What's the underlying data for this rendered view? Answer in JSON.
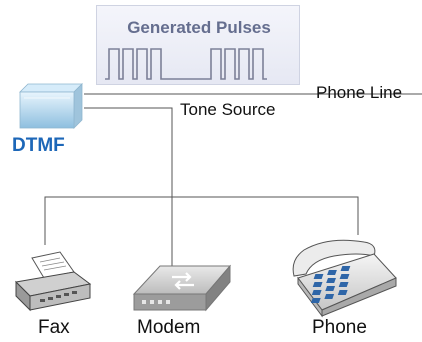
{
  "pulses_panel": {
    "title": "Generated Pulses"
  },
  "labels": {
    "dtmf": "DTMF",
    "phone_line": "Phone Line",
    "tone_source": "Tone Source"
  },
  "devices": [
    {
      "label": "Fax",
      "icon": "fax-machine-icon"
    },
    {
      "label": "Modem",
      "icon": "modem-icon"
    },
    {
      "label": "Phone",
      "icon": "desk-phone-icon"
    }
  ],
  "colors": {
    "dtmf_label": "#1d67b8",
    "pulse_title": "#656e8f",
    "wire": "#555555",
    "dtmf_box": "#bfe0f5"
  }
}
